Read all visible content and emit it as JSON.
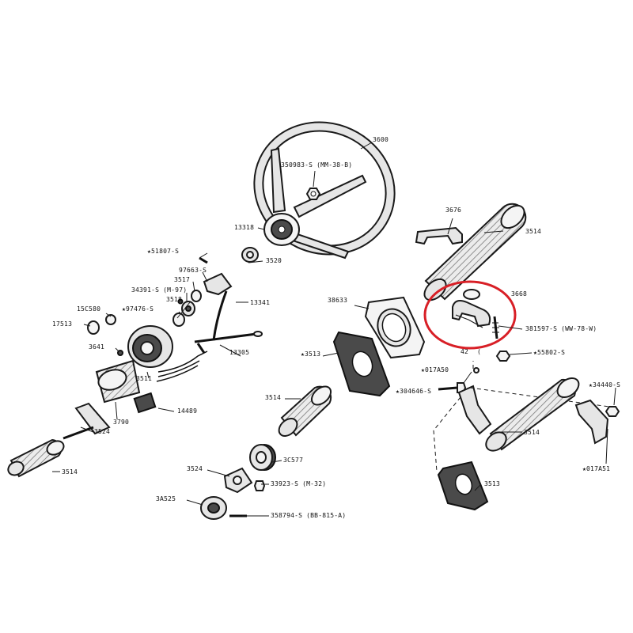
{
  "labels": {
    "p3600": "3600",
    "p350983": "350983-S (MM-38-B)",
    "p13318": "13318",
    "p3676": "3676",
    "p3514_top": "3514",
    "p3668": "3668",
    "p381597": "381597-S (WW-78-W)",
    "p55802": "55802-S",
    "p38633": "38633",
    "p3513_mid": "3513",
    "p42": "42",
    "p2c": "(",
    "p017A50": "017A50",
    "p304646": "304646-S",
    "p34440": "34440-S",
    "p017A51": "017A51",
    "p3514_right": "3514",
    "p3513_low": "3513",
    "p3514_mid": "3514",
    "p3C577": "3C577",
    "p3524_low": "3524",
    "p33923": "33923-S (M-32)",
    "p3A525": "3A525",
    "p358794": "358794-S (BB-815-A)",
    "p51807": "51807-S",
    "p3520": "3520",
    "p97663": "97663-S",
    "p3517": "3517",
    "p34391": "34391-S (M-97)",
    "p3518": "3518",
    "p97476": "97476-S",
    "p13341": "13341",
    "p15C580": "15C580",
    "p17513": "17513",
    "p3641": "3641",
    "p13305": "13305",
    "p3511": "3511",
    "p14489": "14489",
    "p3790": "3790",
    "p3524_left": "3524",
    "p3514_left": "3514"
  },
  "markers": {
    "star": "★"
  },
  "colors": {
    "highlight_circle": "#d81f26",
    "line_art": "#1a1a1a"
  }
}
